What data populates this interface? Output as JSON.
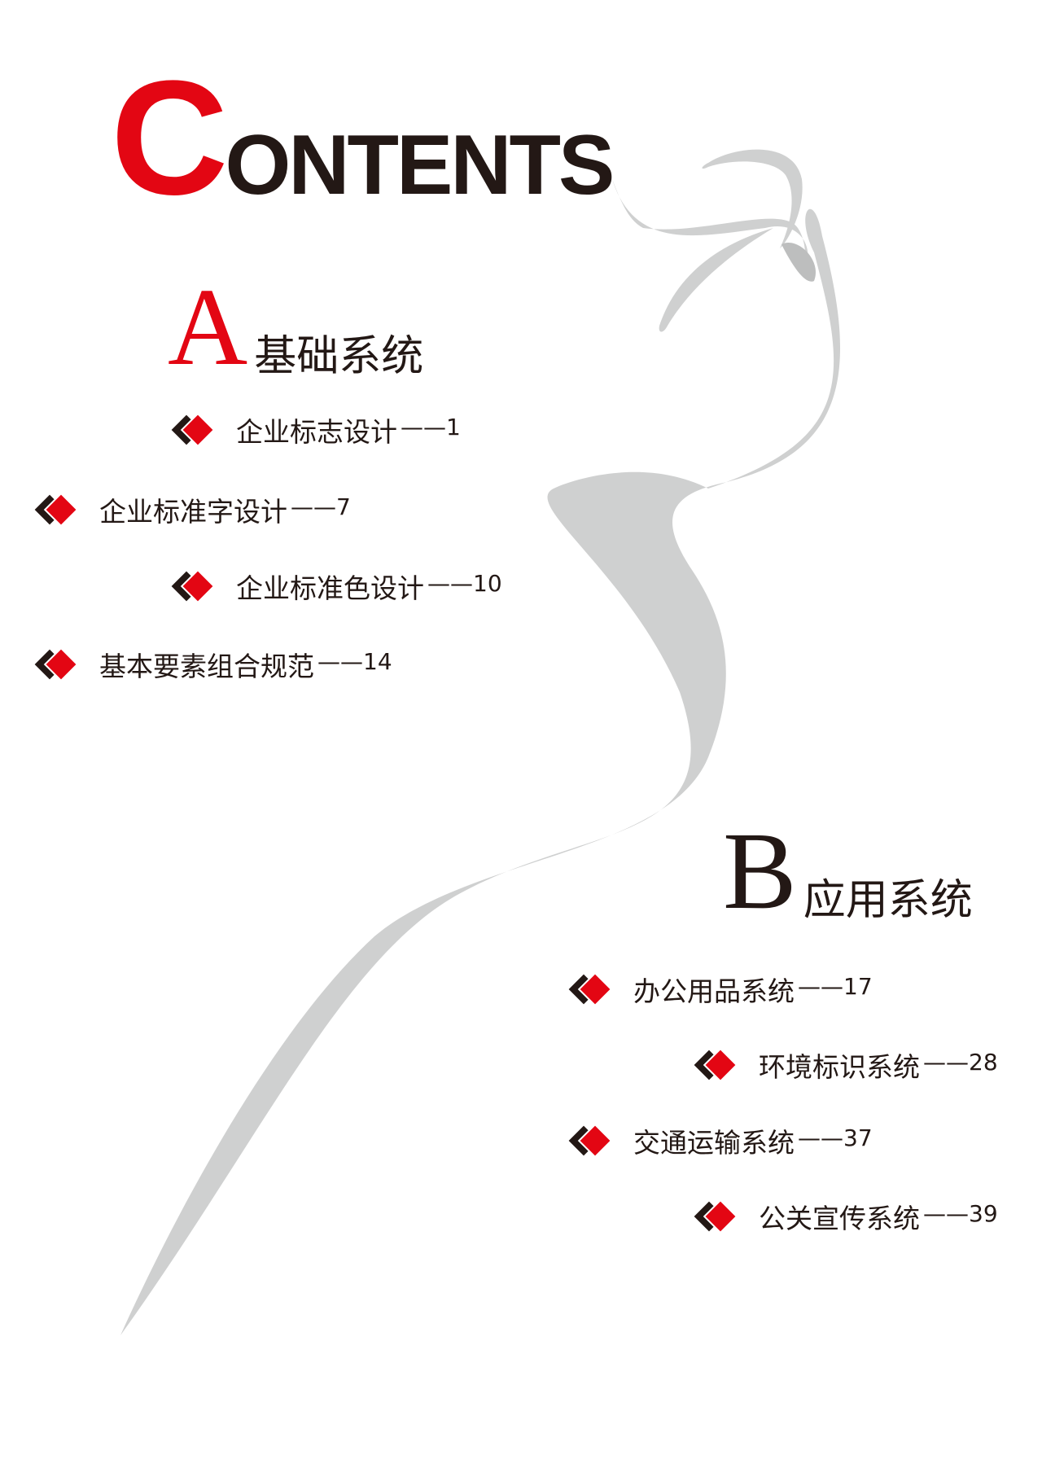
{
  "colors": {
    "accent": "#e30613",
    "text": "#231815",
    "ribbon": "#cfd0d0"
  },
  "title": {
    "first_letter": "C",
    "rest": "ONTENTS"
  },
  "section_a": {
    "letter": "A",
    "name": "基础系统",
    "items": [
      {
        "label": "企业标志设计",
        "page": "——1"
      },
      {
        "label": "企业标准字设计",
        "page": "——7"
      },
      {
        "label": "企业标准色设计",
        "page": "——10"
      },
      {
        "label": "基本要素组合规范",
        "page": "——14"
      }
    ]
  },
  "section_b": {
    "letter": "B",
    "name": "应用系统",
    "items": [
      {
        "label": "办公用品系统",
        "page": "——17"
      },
      {
        "label": "环境标识系统",
        "page": "——28"
      },
      {
        "label": "交通运输系统",
        "page": "——37"
      },
      {
        "label": "公关宣传系统",
        "page": "——39"
      }
    ]
  }
}
